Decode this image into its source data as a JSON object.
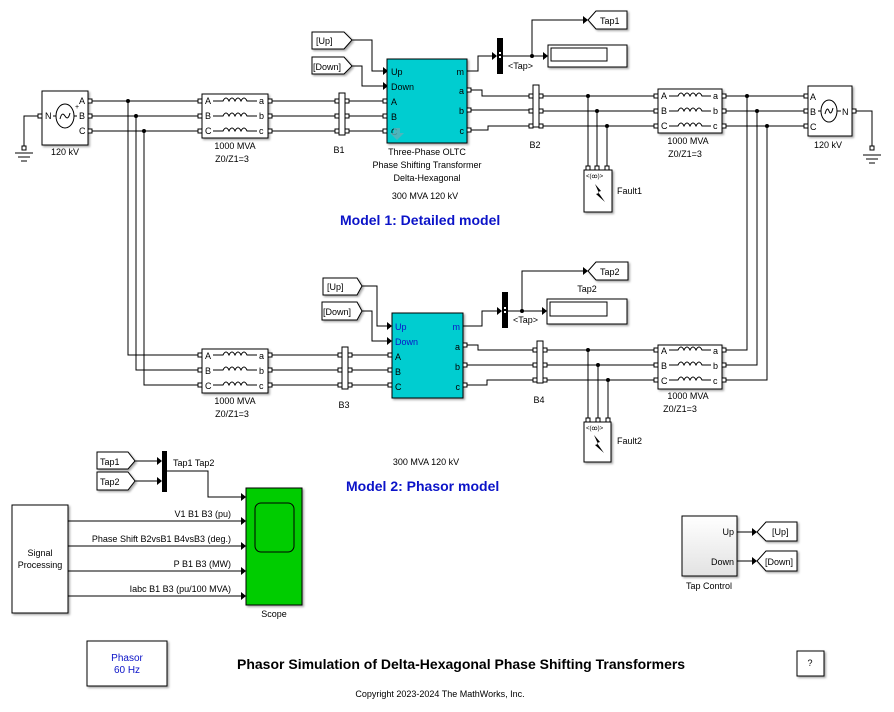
{
  "colors": {
    "transformer_fill": "#00cdd0",
    "scope_fill": "#00cc00",
    "model_title": "#0b13c8",
    "port_label_blue": "#0b13c8"
  },
  "model1": {
    "title": "Model 1:  Detailed model",
    "source_left": {
      "label": "120 kV",
      "ports": [
        "A",
        "B",
        "C"
      ],
      "neutral": "N"
    },
    "impedance_left": {
      "line1": "1000 MVA",
      "line2": "Z0/Z1=3",
      "in": [
        "A",
        "B",
        "C"
      ],
      "out": [
        "a",
        "b",
        "c"
      ]
    },
    "bus1": "B1",
    "goto_up": "[Up]",
    "goto_down": "[Down]",
    "transformer": {
      "in_ports": [
        "Up",
        "Down",
        "A",
        "B",
        "C"
      ],
      "out_ports": [
        "m",
        "a",
        "b",
        "c"
      ],
      "line1": "Three-Phase OLTC",
      "line2": "Phase Shifting Transformer",
      "line3": "Delta-Hexagonal",
      "rating": "300 MVA 120 kV"
    },
    "bus_selector_label": "<Tap>",
    "goto_tap": "Tap1",
    "bus2": "B2",
    "fault": "Fault1",
    "impedance_right": {
      "line1": "1000 MVA",
      "line2": "Z0/Z1=3",
      "in": [
        "A",
        "B",
        "C"
      ],
      "out": [
        "a",
        "b",
        "c"
      ]
    },
    "source_right": {
      "label": "120 kV",
      "ports": [
        "A",
        "B",
        "C"
      ],
      "neutral": "N"
    }
  },
  "model2": {
    "title": "Model 2:  Phasor model",
    "impedance_left": {
      "line1": "1000 MVA",
      "line2": "Z0/Z1=3",
      "in": [
        "A",
        "B",
        "C"
      ],
      "out": [
        "a",
        "b",
        "c"
      ]
    },
    "bus3": "B3",
    "goto_up": "[Up]",
    "goto_down": "[Down]",
    "transformer": {
      "in_ports": [
        "Up",
        "Down",
        "A",
        "B",
        "C"
      ],
      "out_ports": [
        "m",
        "a",
        "b",
        "c"
      ],
      "rating": "300 MVA 120 kV"
    },
    "bus_selector_label": "<Tap>",
    "goto_tap": "Tap2",
    "goto_tap_caption": "Tap2",
    "bus4": "B4",
    "fault": "Fault2",
    "impedance_right": {
      "line1": "1000 MVA",
      "line2": "Z0/Z1=3",
      "in": [
        "A",
        "B",
        "C"
      ],
      "out": [
        "a",
        "b",
        "c"
      ]
    }
  },
  "measurements": {
    "from_tap1": "Tap1",
    "from_tap2": "Tap2",
    "mux_label": "Tap1 Tap2",
    "signal_processing": [
      "Signal",
      "Processing"
    ],
    "signals": [
      "V1 B1 B3  (pu)",
      "Phase Shift  B2vsB1  B4vsB3 (deg.)",
      "P B1 B3 (MW)",
      "Iabc B1 B3 (pu/100 MVA)"
    ],
    "scope": "Scope"
  },
  "tap_control": {
    "label": "Tap Control",
    "outputs": [
      "Up",
      "Down"
    ],
    "goto_up": "[Up]",
    "goto_down": "[Down]"
  },
  "powergui": {
    "line1": "Phasor",
    "line2": "60 Hz"
  },
  "main_title": "Phasor Simulation of  Delta-Hexagonal Phase Shifting Transformers",
  "copyright": "Copyright 2023-2024 The MathWorks, Inc.",
  "help_button": "?"
}
